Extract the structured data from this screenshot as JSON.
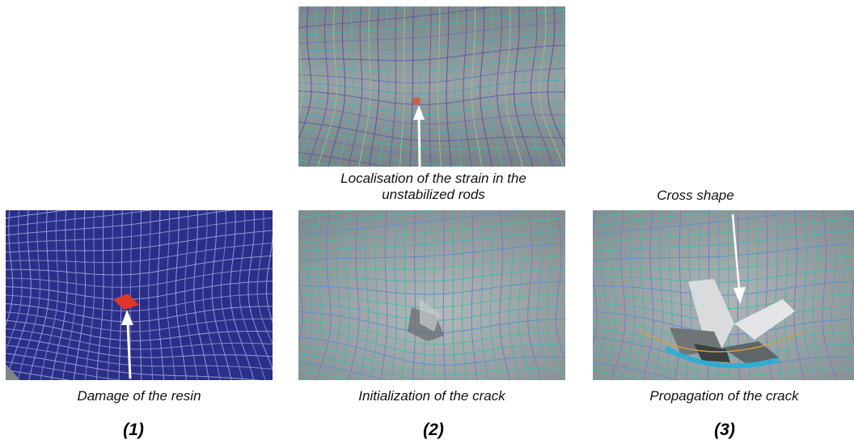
{
  "panels": {
    "top": {
      "label": "Localisation of the strain in the unstabilized rods",
      "label_line1": "Localisation of the strain in the",
      "label_line2": "unstabilized rods"
    },
    "p1": {
      "caption": "Damage of the resin",
      "number": "(1)"
    },
    "p2": {
      "caption": "Initialization of the crack",
      "number": "(2)"
    },
    "p3": {
      "caption": "Propagation of the crack",
      "number": "(3)",
      "callout": "Cross shape"
    }
  },
  "colors": {
    "resin_blue": "#2a2f8a",
    "grey_surface": "#8f9596",
    "damage_red": "#e0352a",
    "fiber_teal": "#3fb8b0"
  }
}
